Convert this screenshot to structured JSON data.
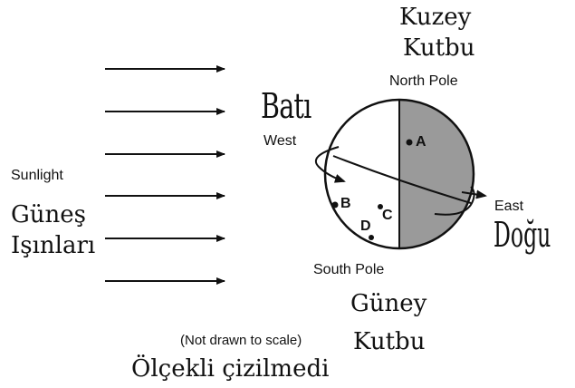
{
  "labels": {
    "north_tr_1": "Kuzey",
    "north_tr_2": "Kutbu",
    "north_en": "North Pole",
    "west_tr": "Batı",
    "west_en": "West",
    "east_en": "East",
    "east_tr": "Doğu",
    "sunlight_en": "Sunlight",
    "sunlight_tr_1": "Güneş",
    "sunlight_tr_2": "Işınları",
    "south_en": "South Pole",
    "south_tr_1": "Güney",
    "south_tr_2": "Kutbu",
    "scale_en": "(Not drawn to scale)",
    "scale_tr": "Ölçekli çizilmedi"
  },
  "points": [
    "A",
    "B",
    "C",
    "D"
  ],
  "colors": {
    "ink": "#111111",
    "night_side": "#9a9a9a",
    "day_side": "#ffffff"
  },
  "icons": [
    "sun-ray-arrow-icon",
    "rotation-arrow-icon"
  ]
}
